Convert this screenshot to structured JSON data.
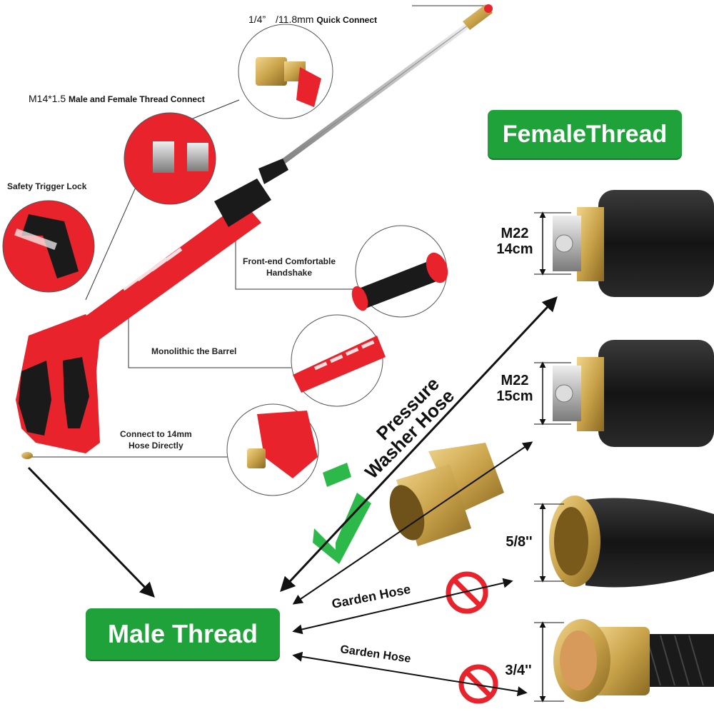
{
  "labels": {
    "quick_connect_size": "1/4”",
    "quick_connect_mm": "/11.8mm",
    "quick_connect_text": "Quick Connect",
    "thread_size": "M14*1.5",
    "thread_text": "Male and Female Thread Connect",
    "safety_lock": "Safety Trigger Lock",
    "front_end_line1": "Front-end Comfortable",
    "front_end_line2": "Handshake",
    "barrel": "Monolithic the Barrel",
    "hose_line1": "Connect to 14mm",
    "hose_line2": "Hose Directly"
  },
  "badges": {
    "female": "FemaleThread",
    "male": "Male Thread"
  },
  "pressure_hose": {
    "line1": "Pressure",
    "line2": "Washer Hose"
  },
  "measurements": {
    "m22_a": "M22",
    "len_a": "14cm",
    "m22_b": "M22",
    "len_b": "15cm",
    "inch_58": "5/8''",
    "inch_34": "3/4''"
  },
  "garden": {
    "label1": "Garden Hose",
    "label2": "Garden Hose"
  },
  "colors": {
    "red": "#e8232b",
    "green": "#1fa23a",
    "brass": "#c9a24a",
    "black": "#1a1a1a"
  }
}
